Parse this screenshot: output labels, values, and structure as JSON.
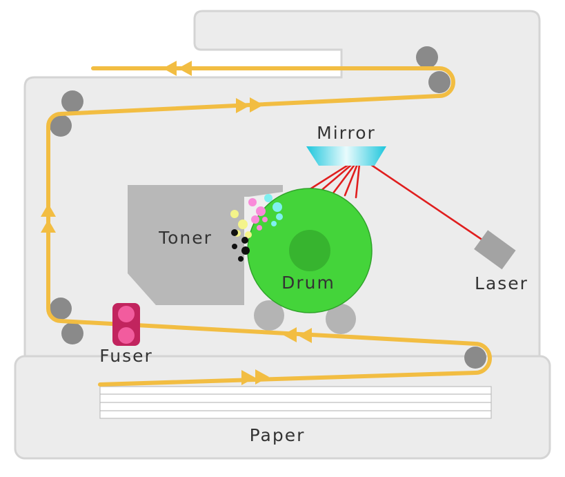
{
  "labels": {
    "mirror": "Mirror",
    "toner": "Toner",
    "drum": "Drum",
    "laser": "Laser",
    "fuser": "Fuser",
    "paper": "Paper"
  },
  "colors": {
    "paper_path": "#f2bd42",
    "printer_body": "#ececec",
    "body_outline": "#d4d4d4",
    "roller": "#8a8a8a",
    "drum": "#44d43a",
    "drum_core": "#37b42f",
    "toner": "#b8b8b8",
    "fuser": "#c1245e",
    "fuser_roller": "#f25c9e",
    "mirror": "#1ec6dc",
    "laser": "#a3a3a3",
    "laser_beam": "#e01e1e"
  }
}
